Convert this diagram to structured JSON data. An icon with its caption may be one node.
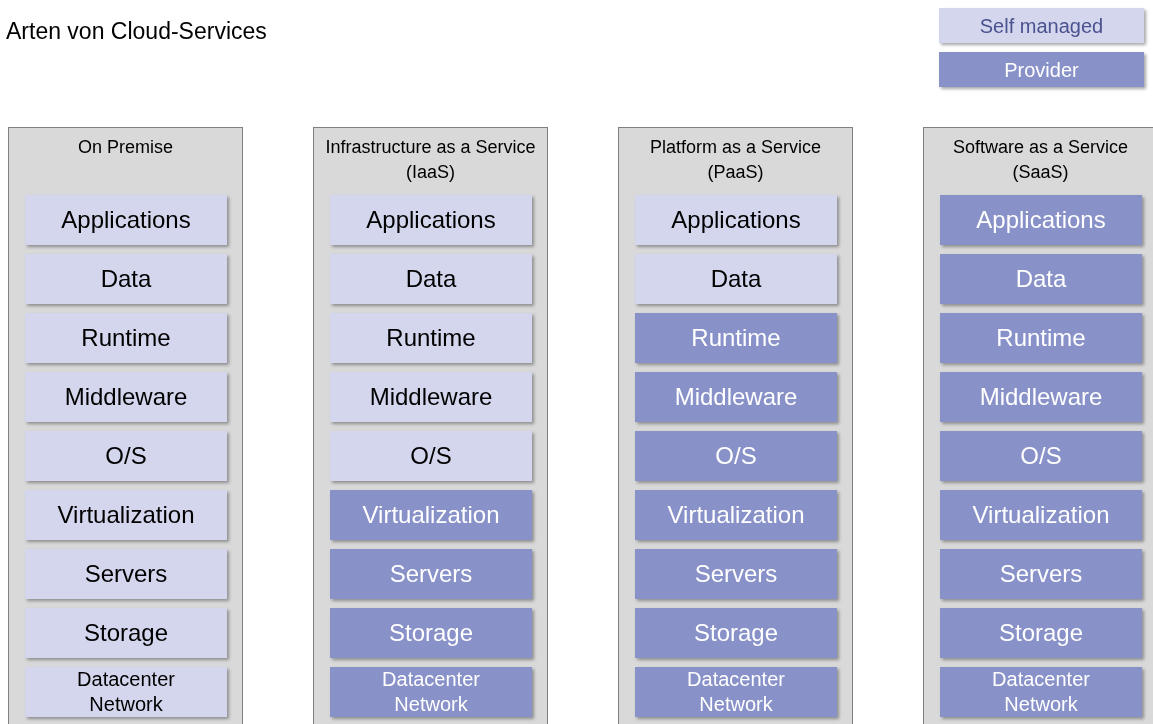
{
  "diagram": {
    "title": "Arten von Cloud-Services",
    "nodes": [
      {
        "text": [
          "On Premise"
        ]
      },
      {
        "text": [
          "Applications"
        ],
        "in": 0
      },
      {
        "text": [
          "Data"
        ],
        "in": 0
      },
      {
        "text": [
          "Runtime"
        ],
        "in": 0
      },
      {
        "text": [
          "Middleware"
        ],
        "in": 0
      },
      {
        "text": [
          "O/S"
        ],
        "in": 0
      },
      {
        "text": [
          "Virtualization"
        ],
        "in": 0
      },
      {
        "text": [
          "Servers"
        ],
        "in": 0
      },
      {
        "text": [
          "Storage"
        ],
        "in": 0
      },
      {
        "text": [
          "Datacenter Network"
        ],
        "in": 0
      },
      {
        "text": [
          "Infrastructure as a Service (IaaS)"
        ]
      },
      {
        "text": [
          "Applications"
        ],
        "in": 10
      },
      {
        "text": [
          "Data"
        ],
        "in": 10
      },
      {
        "text": [
          "Runtime"
        ],
        "in": 10
      },
      {
        "text": [
          "Middleware"
        ],
        "in": 10
      },
      {
        "text": [
          "O/S"
        ],
        "in": 10
      },
      {
        "text": [
          "Virtualization"
        ],
        "in": 10
      },
      {
        "text": [
          "Servers"
        ],
        "in": 10
      },
      {
        "text": [
          "Storage"
        ],
        "in": 10
      },
      {
        "text": [
          "Datacenter Network"
        ],
        "in": 10
      },
      {
        "text": [
          "Platform as a Service (PaaS)"
        ]
      },
      {
        "text": [
          "Applications"
        ],
        "in": 20
      },
      {
        "text": [
          "Data"
        ],
        "in": 20
      },
      {
        "text": [
          "Runtime"
        ],
        "in": 20
      },
      {
        "text": [
          "Middleware"
        ],
        "in": 20
      },
      {
        "text": [
          "O/S"
        ],
        "in": 20
      },
      {
        "text": [
          "Virtualization"
        ],
        "in": 20
      },
      {
        "text": [
          "Servers"
        ],
        "in": 20
      },
      {
        "text": [
          "Storage"
        ],
        "in": 20
      },
      {
        "text": [
          "Datacenter Network"
        ],
        "in": 20
      },
      {
        "text": [
          "Software as a Service (SaaS)"
        ]
      },
      {
        "text": [
          "Applications"
        ],
        "in": 30
      },
      {
        "text": [
          "Data"
        ],
        "in": 30
      },
      {
        "text": [
          "Runtime"
        ],
        "in": 30
      },
      {
        "text": [
          "Middleware"
        ],
        "in": 30
      },
      {
        "text": [
          "O/S"
        ],
        "in": 30
      },
      {
        "text": [
          "Virtualization"
        ],
        "in": 30
      },
      {
        "text": [
          "Servers"
        ],
        "in": 30
      },
      {
        "text": [
          "Storage"
        ],
        "in": 30
      },
      {
        "text": [
          "Datacenter Network"
        ],
        "in": 30
      }
    ],
    "legend": [
      {
        "text": "Self managed",
        "color": "#d3d6ec"
      },
      {
        "text": "Provider",
        "color": "#8891c8"
      }
    ]
  }
}
